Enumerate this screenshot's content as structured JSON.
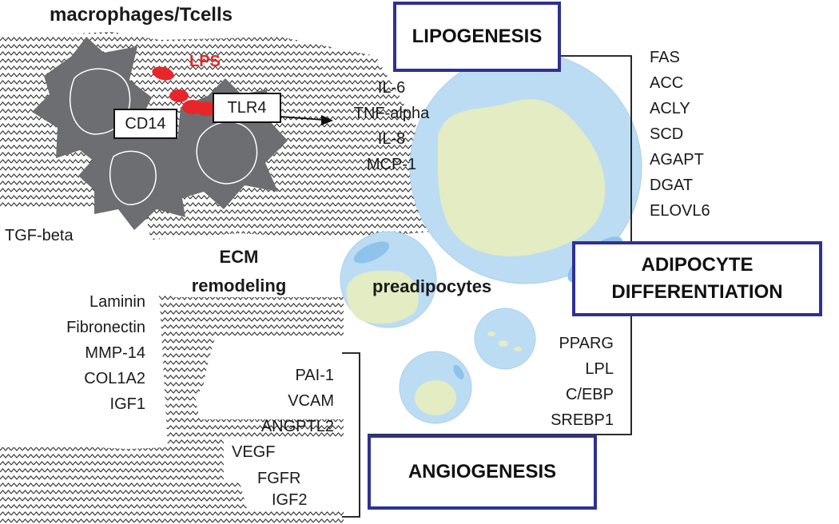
{
  "macrophage_title": "macrophages/Tcells",
  "lps_label": "LPS",
  "cd14_label": "CD14",
  "tlr4_label": "TLR4",
  "cytokines": [
    "IL-6",
    "TNF-alpha",
    "IL-8",
    "MCP-1"
  ],
  "tgf_label": "TGF-beta",
  "ecm_label": [
    "ECM",
    "remodeling"
  ],
  "ecm_genes": [
    "Laminin",
    "Fibronectin",
    "MMP-14",
    "COL1A2",
    "IGF1"
  ],
  "preadipocytes_label": "preadipocytes",
  "lipogenesis": {
    "title": "LIPOGENESIS",
    "genes": [
      "FAS",
      "ACC",
      "ACLY",
      "SCD",
      "AGAPT",
      "DGAT",
      "ELOVL6"
    ]
  },
  "differentiation": {
    "title_line1": "ADIPOCYTE",
    "title_line2": "DIFFERENTIATION",
    "genes": [
      "PPARG",
      "LPL",
      "C/EBP",
      "SREBP1"
    ]
  },
  "angiogenesis": {
    "title": "ANGIOGENESIS",
    "genes_upper": [
      "PAI-1",
      "VCAM",
      "ANGPTL2"
    ],
    "genes_lower": [
      "VEGF",
      "FGFR",
      "IGF2"
    ]
  },
  "colors": {
    "box_border": "#2e3192",
    "lps_red": "#e8262a",
    "cell_gray": "#6d6e71",
    "adipocyte_blue": "#bcdcf3",
    "lipid_yellow": "#e3ecc2"
  }
}
